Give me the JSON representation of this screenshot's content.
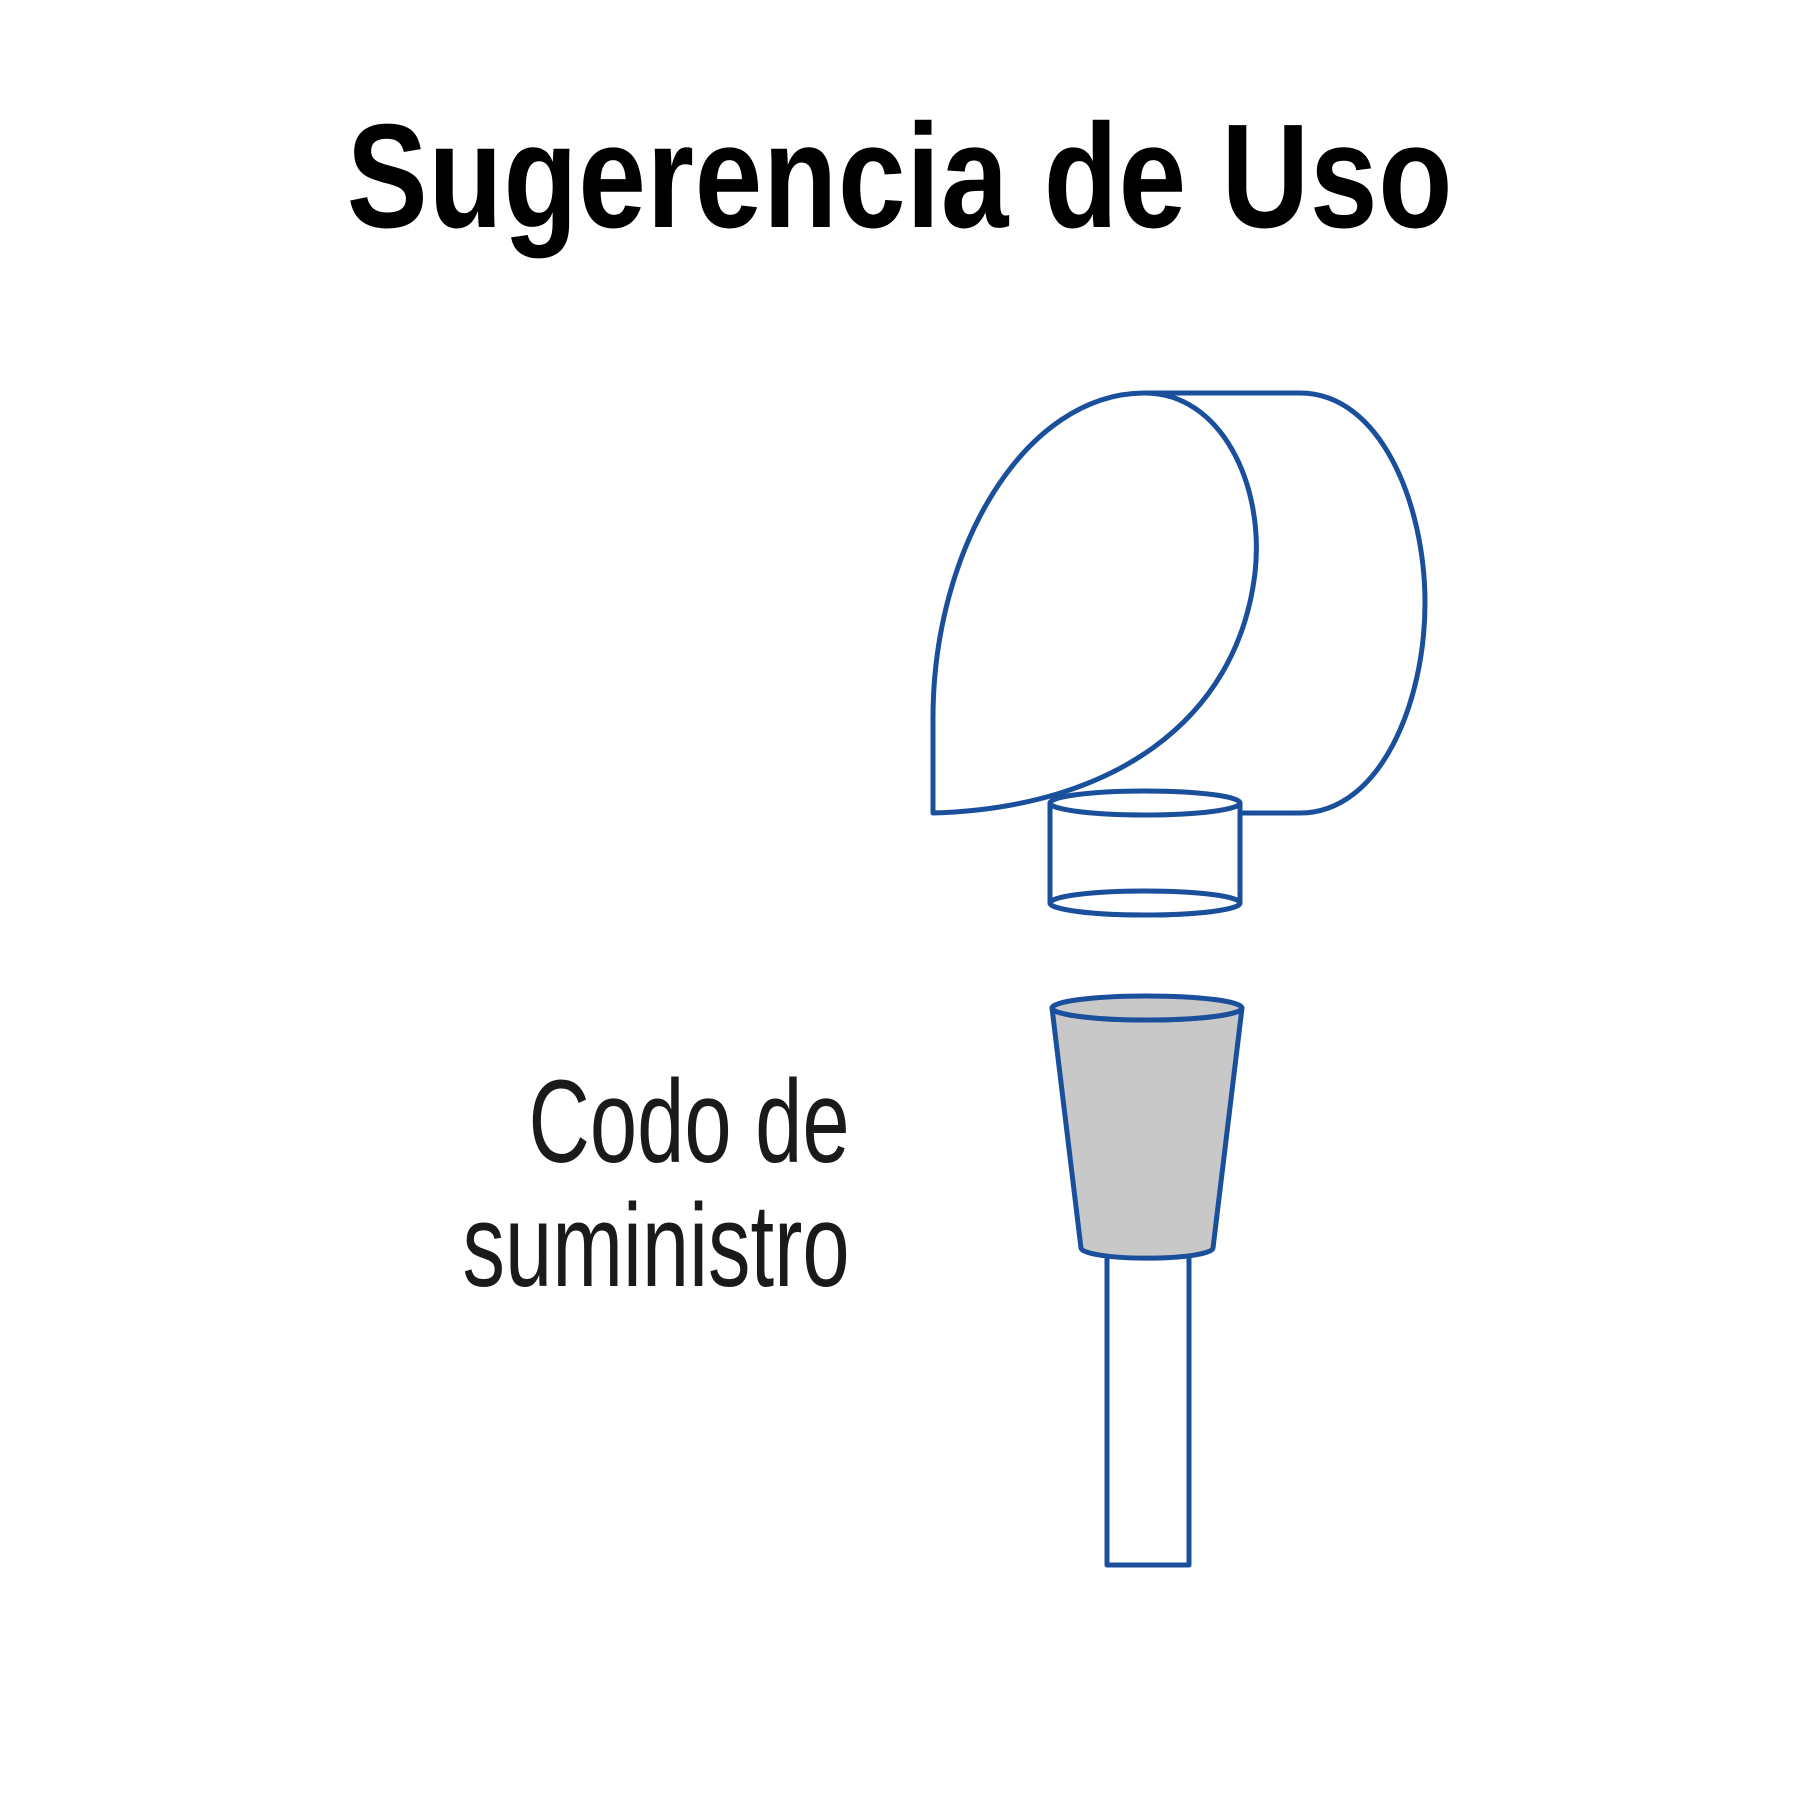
{
  "title": "Sugerencia de Uso",
  "label": {
    "line1": "Codo de",
    "line2": "suministro"
  },
  "colors": {
    "outline": "#1a4f9c",
    "cone_fill": "#c8c8c8",
    "text": "#000000"
  }
}
